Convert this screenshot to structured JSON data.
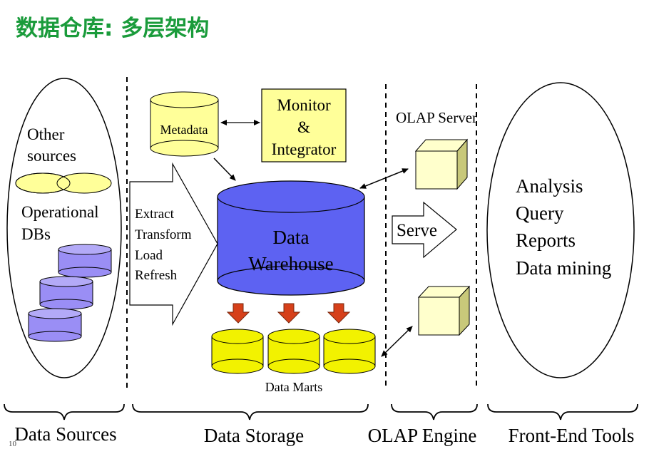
{
  "title": "数据仓库: 多层架构",
  "page_number": "10",
  "colors": {
    "title_green": "#1a9b3b",
    "cylinder_yellow": "#ffff99",
    "cylinder_purple": "#9a8ef5",
    "warehouse_blue": "#5d62f2",
    "mart_yellow": "#f2f200",
    "cube_face": "#ffffcc",
    "cube_side": "#c8c87a",
    "down_arrow": "#d6401a",
    "monitor_box": "#ffff99"
  },
  "sources": {
    "other_sources_line1": "Other",
    "other_sources_line2": "sources",
    "operational_line1": "Operational",
    "operational_line2": "DBs"
  },
  "storage": {
    "metadata": "Metadata",
    "monitor_line1": "Monitor",
    "monitor_line2": "&",
    "monitor_line3": "Integrator",
    "etl_steps": [
      "Extract",
      "Transform",
      "Load",
      "Refresh"
    ],
    "warehouse_line1": "Data",
    "warehouse_line2": "Warehouse",
    "data_marts": "Data Marts"
  },
  "olap": {
    "server": "OLAP Server",
    "serve": "Serve"
  },
  "frontend": {
    "items": [
      "Analysis",
      "Query",
      "Reports",
      "Data mining"
    ]
  },
  "tiers": {
    "sources": "Data Sources",
    "storage": "Data Storage",
    "engine": "OLAP Engine",
    "frontend": "Front-End Tools"
  }
}
